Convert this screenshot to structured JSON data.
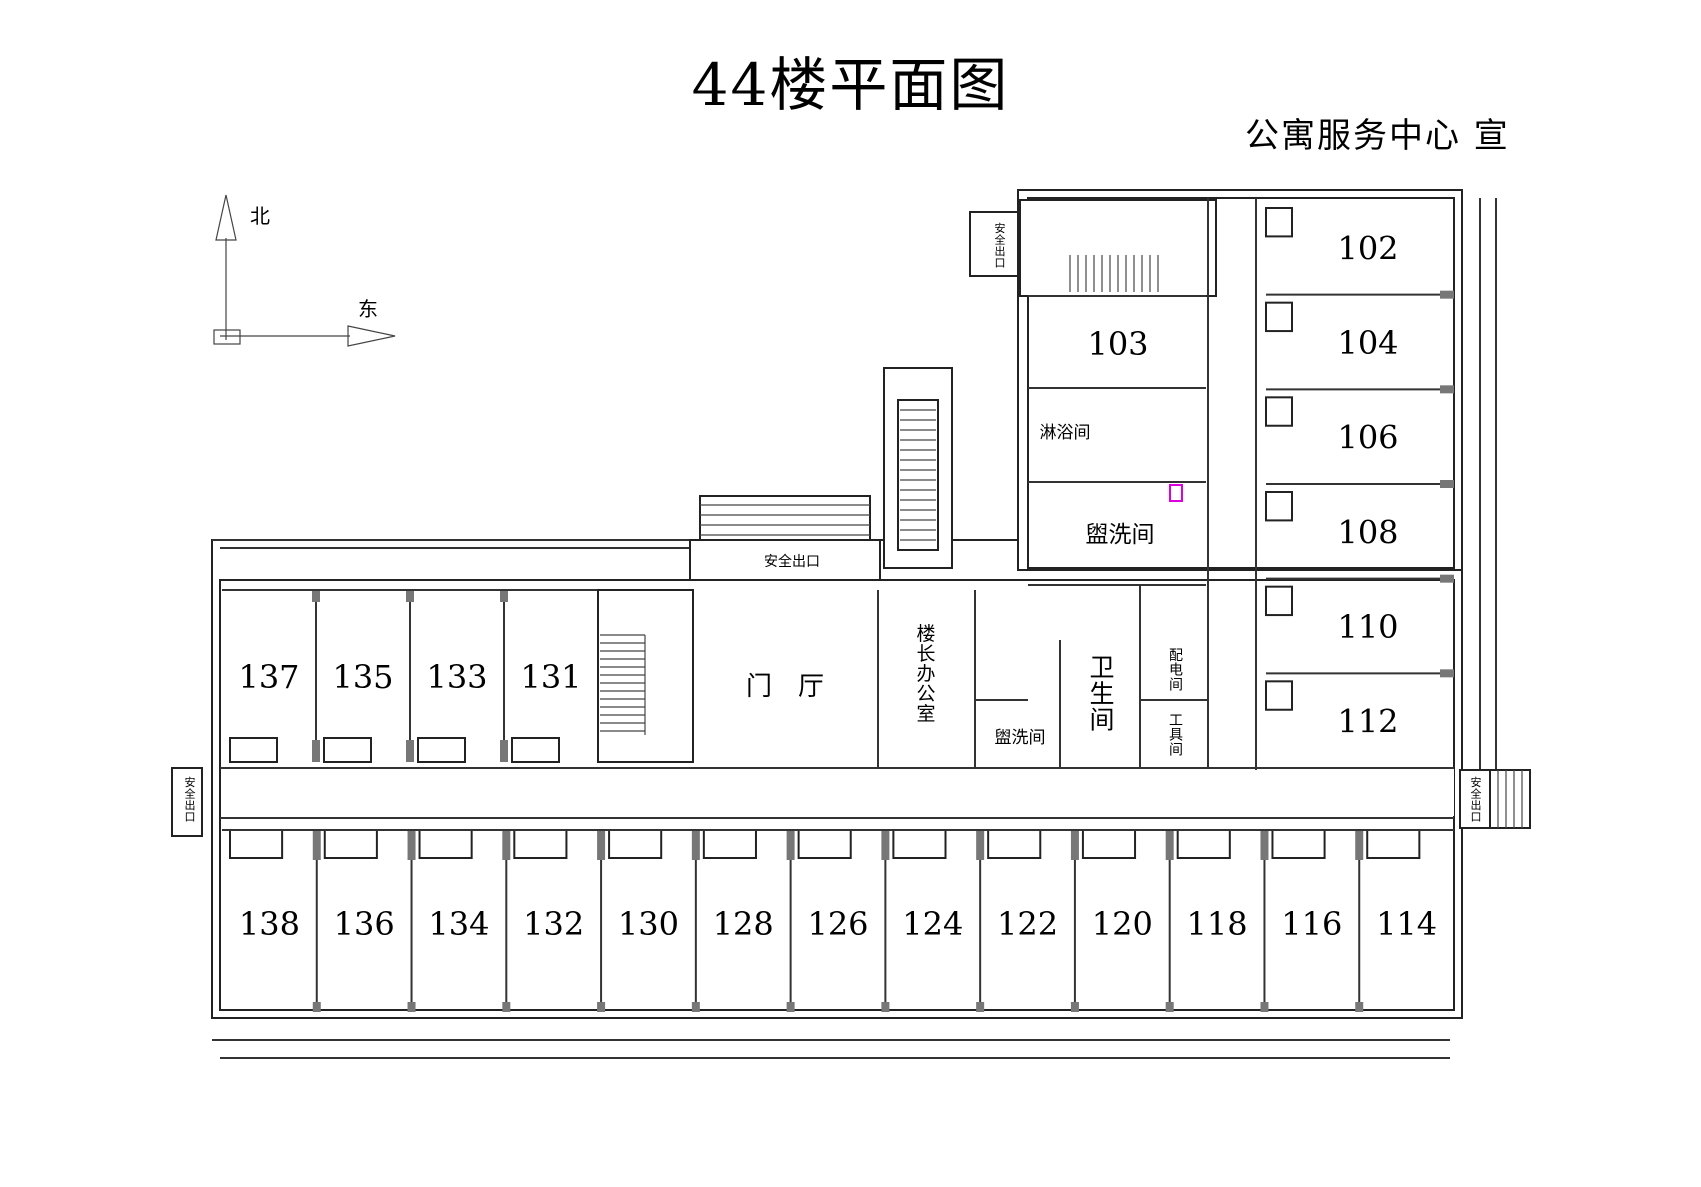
{
  "title": "44楼平面图",
  "subtitle": "公寓服务中心 宣",
  "compass": {
    "north": "北",
    "east": "东"
  },
  "rooms_south": [
    "138",
    "136",
    "134",
    "132",
    "130",
    "128",
    "126",
    "124",
    "122",
    "120",
    "118",
    "116",
    "114"
  ],
  "rooms_north_west": [
    "137",
    "135",
    "133",
    "131"
  ],
  "rooms_east": [
    "102",
    "104",
    "106",
    "108",
    "110",
    "112"
  ],
  "room_103": "103",
  "labels": {
    "lobby": "门　厅",
    "exit_main": "安全出口",
    "exit_side": "安全出口",
    "shower": "淋浴间",
    "washroom_upper": "盥洗间",
    "washroom_lower": "盥洗间",
    "manager_office": "楼长办公室",
    "toilet": "卫生间",
    "electric_room": "配电间",
    "tool_room": "工具间"
  }
}
